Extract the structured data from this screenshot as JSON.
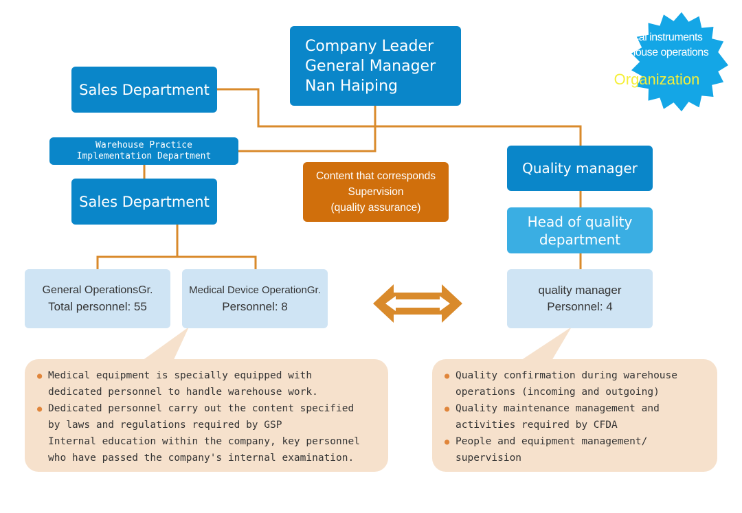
{
  "leader": {
    "line1": "Company Leader",
    "line2": "General Manager",
    "line3": "Nan Haiping"
  },
  "sales_top": {
    "label": "Sales Department"
  },
  "warehouse_practice": {
    "line1": "Warehouse Practice",
    "line2": "Implementation Department"
  },
  "sales_mid": {
    "label": "Sales Department"
  },
  "supervision": {
    "line1": "Content that corresponds",
    "line2": "Supervision",
    "line3": "(quality assurance)"
  },
  "quality_manager_box": {
    "label": "Quality manager"
  },
  "head_quality": {
    "line1": "Head of quality",
    "line2": "department"
  },
  "general_ops": {
    "line1": "General OperationsGr.",
    "line2": "Total personnel: 55"
  },
  "medical_ops": {
    "line1": "Medical Device OperationGr.",
    "line2": "Personnel: 8"
  },
  "qm_personnel": {
    "line1": "quality manager",
    "line2": "Personnel: 4"
  },
  "badge": {
    "line1": "Medical instruments",
    "line2": "Warehouse operations",
    "line3": "Organization"
  },
  "left_notes": {
    "item1_line1": "Medical equipment is specially equipped with",
    "item1_line2": "dedicated personnel to handle warehouse work.",
    "item2_line1": "Dedicated personnel carry out the content specified",
    "item2_line2": "by laws and regulations required by GSP",
    "item2_line3": "Internal education within the company, key personnel",
    "item2_line4": "who have passed the company's internal examination."
  },
  "right_notes": {
    "item1_line1": "Quality confirmation during warehouse",
    "item1_line2": "operations (incoming and outgoing)",
    "item2_line1": "Quality maintenance management and",
    "item2_line2": "activities required by CFDA",
    "item3_line1": "People and equipment management/",
    "item3_line2": "supervision"
  },
  "colors": {
    "dark_blue": "#0a86c9",
    "mid_blue": "#3aaee3",
    "light_blue": "#cfe4f4",
    "orange": "#d06f0c",
    "connector": "#d98a2b",
    "bubble": "#f6e1cc",
    "badge_blue": "#14a6e6",
    "badge_yellow": "#f5ef3a"
  },
  "icons": {
    "double_arrow": "double-arrow-icon",
    "badge": "starburst-badge"
  }
}
